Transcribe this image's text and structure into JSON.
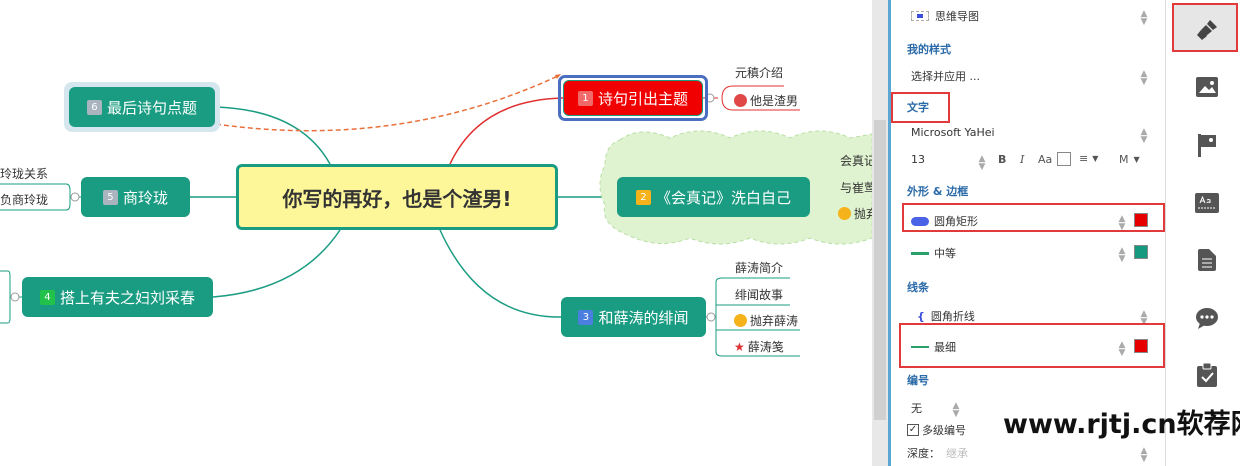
{
  "mindmap": {
    "central": "你写的再好，也是个渣男!",
    "topics": [
      {
        "num": "1",
        "label": "诗句引出主题",
        "num_color": "#f06a6a",
        "subtopics": [
          "元稹介绍",
          "他是渣男"
        ]
      },
      {
        "num": "2",
        "label": "《会真记》洗白自己",
        "num_color": "#f5b21a",
        "subtopics": [
          "会真记",
          "与崔莺",
          "抛弃"
        ]
      },
      {
        "num": "3",
        "label": "和薛涛的绯闻",
        "num_color": "#4a7fe0",
        "subtopics": [
          "薛涛简介",
          "绯闻故事",
          "抛弃薛涛",
          "薛涛笺"
        ]
      },
      {
        "num": "4",
        "label": "搭上有夫之妇刘采春",
        "num_color": "#22c24a",
        "subtopics": []
      },
      {
        "num": "5",
        "label": "商玲珑",
        "num_color": "#a9b4be",
        "subtopics": [
          "玲珑关系",
          "负商玲珑"
        ]
      },
      {
        "num": "6",
        "label": "最后诗句点题",
        "num_color": "#a9b4be",
        "subtopics": []
      }
    ]
  },
  "panel": {
    "structure": "思维导图",
    "my_style_title": "我的样式",
    "my_style_value": "选择并应用 ...",
    "text_title": "文字",
    "font": "Microsoft YaHei",
    "font_size": "13",
    "bold": "B",
    "italic": "I",
    "case": "Aa",
    "weight": "M",
    "shape_title": "外形 & 边框",
    "shape": "圆角矩形",
    "shape_color": "#e60000",
    "border": "中等",
    "border_color": "#159a80",
    "line_title": "线条",
    "line_type": "圆角折线",
    "line_width": "最细",
    "line_color": "#e60000",
    "numbering_title": "编号",
    "numbering": "无",
    "multilevel": "多级编号",
    "depth_label": "深度：",
    "depth_value": "继承"
  },
  "iconbar": [
    "brush-icon",
    "image-icon",
    "flag-icon",
    "text-style-icon",
    "document-icon",
    "comment-icon",
    "clipboard-check-icon"
  ],
  "watermark": "www.rjtj.cn软荐网"
}
